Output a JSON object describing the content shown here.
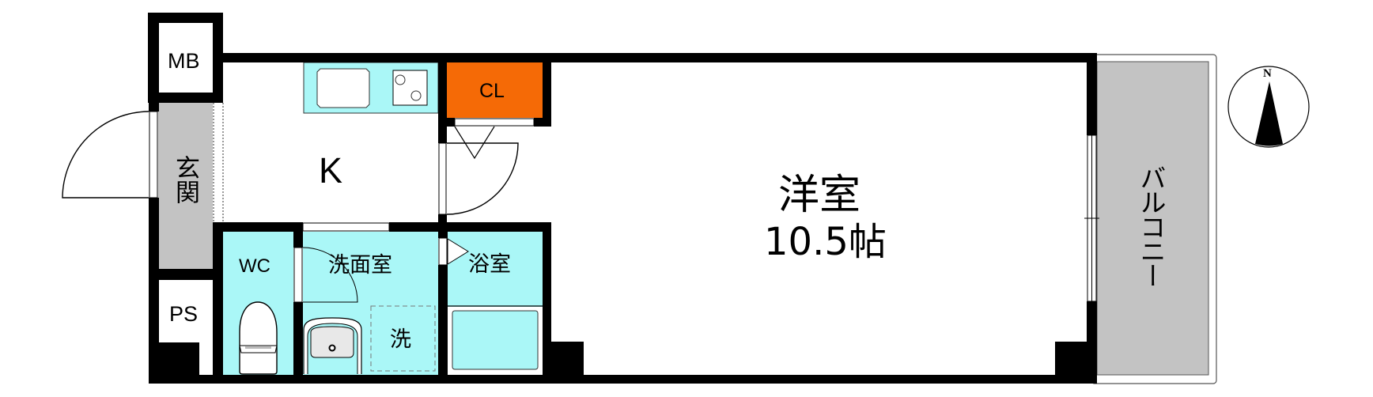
{
  "floorplan": {
    "rooms": {
      "mb": {
        "label": "MB"
      },
      "entrance": {
        "label": "玄関"
      },
      "ps": {
        "label": "PS"
      },
      "kitchen": {
        "label": "K"
      },
      "closet": {
        "label": "CL"
      },
      "wc": {
        "label": "WC"
      },
      "washroom": {
        "label": "洗面室"
      },
      "washer": {
        "label": "洗"
      },
      "bathroom": {
        "label": "浴室"
      },
      "western_room": {
        "label": "洋室",
        "size": "10.5帖"
      },
      "balcony": {
        "label": "バルコニー"
      }
    },
    "compass": {
      "label": "N"
    },
    "colors": {
      "wall": "#000000",
      "wet_area": "#aaf7f7",
      "closet": "#f56a06",
      "entrance": "#c3c3c3",
      "balcony": "#c3c3c3",
      "vanity_basin": "#e8e8e8"
    }
  }
}
